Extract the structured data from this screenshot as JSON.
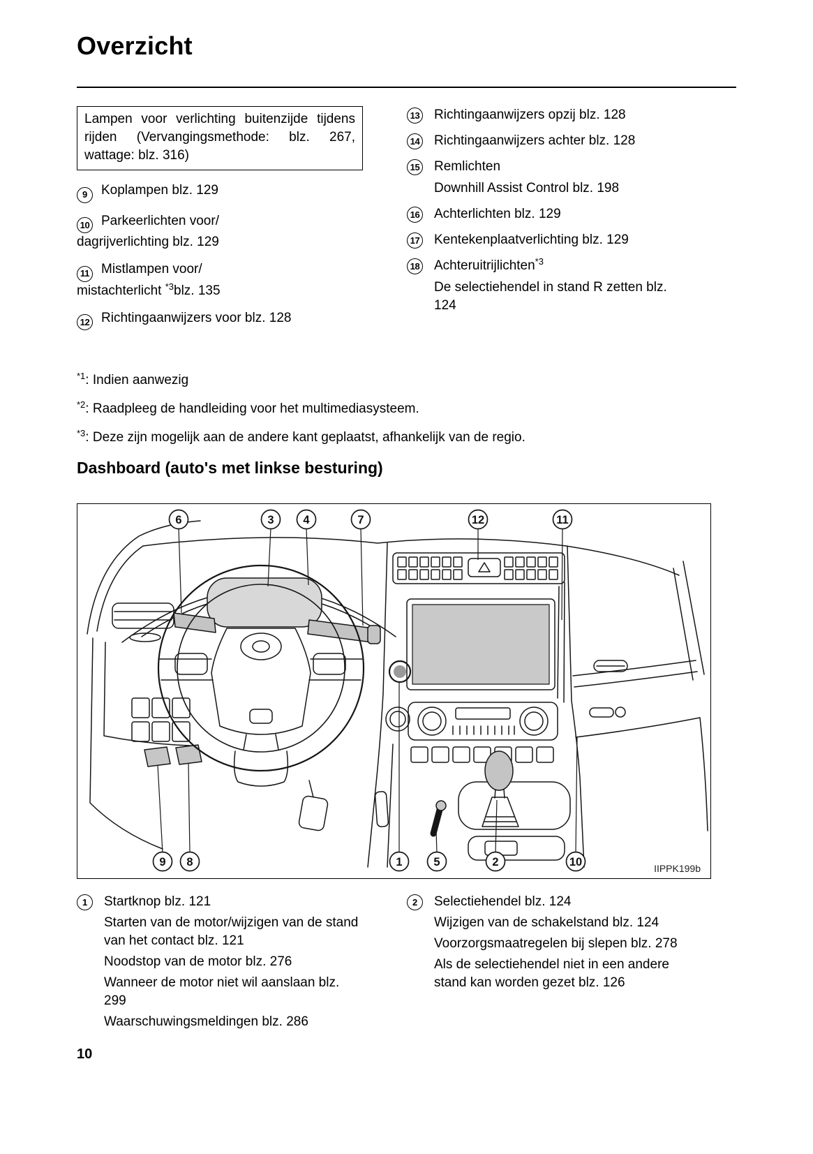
{
  "title": "Overzicht",
  "exterior": {
    "box": {
      "sentence1": "Lampen voor verlichting buitenzijde tijdens rijden",
      "sentence2": "(Vervangingsmethode: blz. 267, wattage: blz. 316)"
    },
    "items_left": [
      {
        "num": "9",
        "text": "Koplampen blz. 129"
      },
      {
        "num": "10",
        "line1": "Parkeerlichten voor/",
        "line2": "dagrijverlichting blz. 129"
      },
      {
        "num": "11",
        "line1": "Mistlampen voor/",
        "line2_pre": "mistachterlicht ",
        "sup": "*3",
        "line2_post": "blz. 135"
      },
      {
        "num": "12",
        "text": "Richtingaanwijzers voor blz. 128"
      }
    ],
    "items_right": [
      {
        "num": "13",
        "text": "Richtingaanwijzers opzij blz. 128"
      },
      {
        "num": "14",
        "text": "Richtingaanwijzers achter blz. 128"
      },
      {
        "num": "15",
        "text": "Remlichten",
        "sub": "Downhill Assist Control blz. 198"
      },
      {
        "num": "16",
        "text": "Achterlichten blz. 129"
      },
      {
        "num": "17",
        "text": "Kentekenplaatverlichting blz. 129"
      },
      {
        "num": "18",
        "text": "Achteruitrijlichten",
        "sup": "*3",
        "sub": "De selectiehendel in stand R zetten blz. 124"
      }
    ]
  },
  "footnotes": [
    {
      "sup": "*1",
      "text": ": Indien aanwezig"
    },
    {
      "sup": "*2",
      "text": ": Raadpleeg de handleiding voor het multimediasysteem."
    },
    {
      "sup": "*3",
      "text": ": Deze zijn mogelijk aan de andere kant geplaatst, afhankelijk van de regio."
    }
  ],
  "dashboard": {
    "heading": "Dashboard (auto's met linkse besturing)",
    "figure_label": "IIPPK199b",
    "callouts_top": [
      "6",
      "3",
      "4",
      "7",
      "12",
      "11"
    ],
    "callouts_bottom": [
      "9",
      "8",
      "1",
      "5",
      "2",
      "10"
    ]
  },
  "legend": {
    "item1": {
      "num": "1",
      "title": "Startknop blz. 121",
      "subs": [
        "Starten van de motor/wijzigen van de stand van het contact blz. 121",
        "Noodstop van de motor blz. 276",
        "Wanneer de motor niet wil aanslaan blz. 299",
        "Waarschuwingsmeldingen blz. 286"
      ]
    },
    "item2": {
      "num": "2",
      "title": "Selectiehendel blz. 124",
      "subs": [
        "Wijzigen van de schakelstand blz. 124",
        "Voorzorgsmaatregelen bij slepen blz. 278",
        "Als de selectiehendel niet in een andere stand kan worden gezet blz. 126"
      ]
    }
  },
  "page_number": "10"
}
